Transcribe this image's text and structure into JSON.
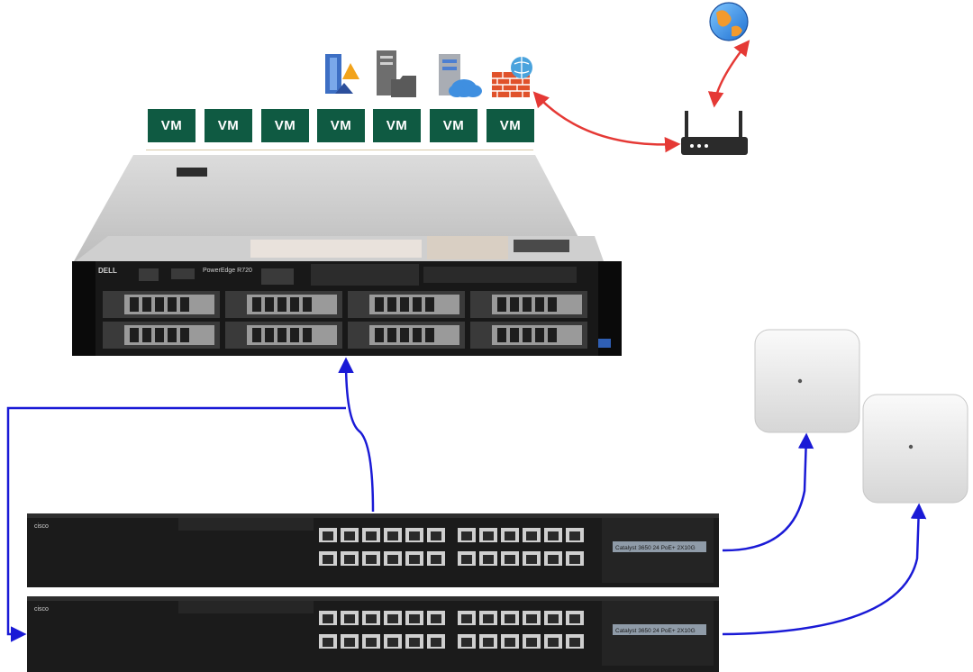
{
  "vms": [
    {
      "label": "VM"
    },
    {
      "label": "VM"
    },
    {
      "label": "VM"
    },
    {
      "label": "VM"
    },
    {
      "label": "VM"
    },
    {
      "label": "VM"
    },
    {
      "label": "VM"
    }
  ],
  "server": {
    "model_label": "PowerEdge R720",
    "brand_label": "DELL"
  },
  "switches": [
    {
      "brand_label": "cisco",
      "model_label": "Catalyst 3650  24  PoE+  2X10G"
    },
    {
      "brand_label": "cisco",
      "model_label": "Catalyst 3650  24  PoE+  2X10G"
    }
  ],
  "vm_icons": [
    "directory-server-icon",
    "file-server-icon",
    "cloud-server-icon",
    "firewall-icon"
  ],
  "colors": {
    "vm": "#0f5a42",
    "internet_link": "#e53935",
    "lan_link": "#1a1ad6"
  }
}
